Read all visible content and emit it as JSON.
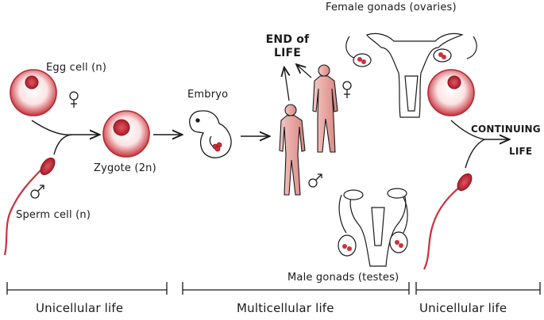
{
  "labels": {
    "egg_cell": "Egg cell (n)",
    "zygote": "Zygote (2n)",
    "sperm_cell": "Sperm cell (n)",
    "embryo": "Embryo",
    "end_of_life_line1": "END of",
    "end_of_life_line2": "LIFE",
    "female_gonads": "Female gonads (ovaries)",
    "male_gonads": "Male gonads (testes)",
    "continuing": "CONTINUING",
    "life": "LIFE"
  },
  "phases": [
    {
      "label": "Unicellular life"
    },
    {
      "label": "Multicellular life"
    },
    {
      "label": "Unicellular life"
    }
  ],
  "symbols": {
    "female": "♀",
    "male": "♂"
  },
  "colors": {
    "cell_red": "#c8323c",
    "skin_pink": "#e9a9a4",
    "outline": "#1a1a1a"
  }
}
